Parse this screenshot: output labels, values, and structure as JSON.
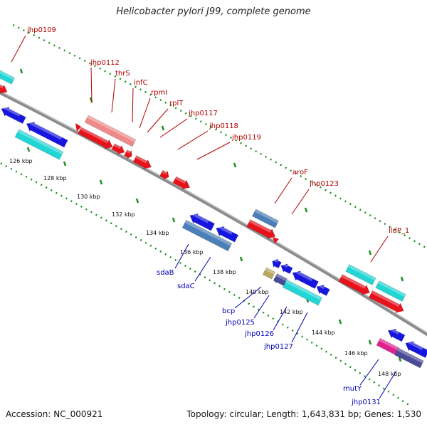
{
  "title": "Helicobacter pylori J99, complete genome",
  "footer": {
    "accession": "Accession: NC_000921",
    "summary": "Topology: circular; Length: 1,643,831 bp; Genes: 1,530"
  },
  "colors": {
    "backbone": "#8c8c8c",
    "tick_track": "#1f8f1f",
    "forward_gene": "#e8121a",
    "forward_gene_light": "#f08a8a",
    "reverse_gene": "#1616e0",
    "cyan_feature": "#22d6d6",
    "steel_feature": "#4a7fb8",
    "olive_feature": "#b8a860",
    "magenta_feature": "#e0208f",
    "slate_feature": "#4a4a9a",
    "forward_label": "#b00000",
    "reverse_label": "#0000b0"
  },
  "scale_labels": [
    "126 kbp",
    "128 kbp",
    "130 kbp",
    "132 kbp",
    "134 kbp",
    "136 kbp",
    "138 kbp",
    "140 kbp",
    "142 kbp",
    "144 kbp",
    "146 kbp",
    "148 kbp"
  ],
  "forward_labels": [
    "jhp0109",
    "jhp0112",
    "thrS",
    "infC",
    "rpmI",
    "rplT",
    "jhp0117",
    "jhp0118",
    "jhp0119",
    "aroF",
    "jhp0123",
    "lldP_1"
  ],
  "reverse_labels": [
    "sdaB",
    "sdaC",
    "bcp",
    "jhp0125",
    "jhp0126",
    "jhp0127",
    "mutY",
    "jhp0131"
  ]
}
